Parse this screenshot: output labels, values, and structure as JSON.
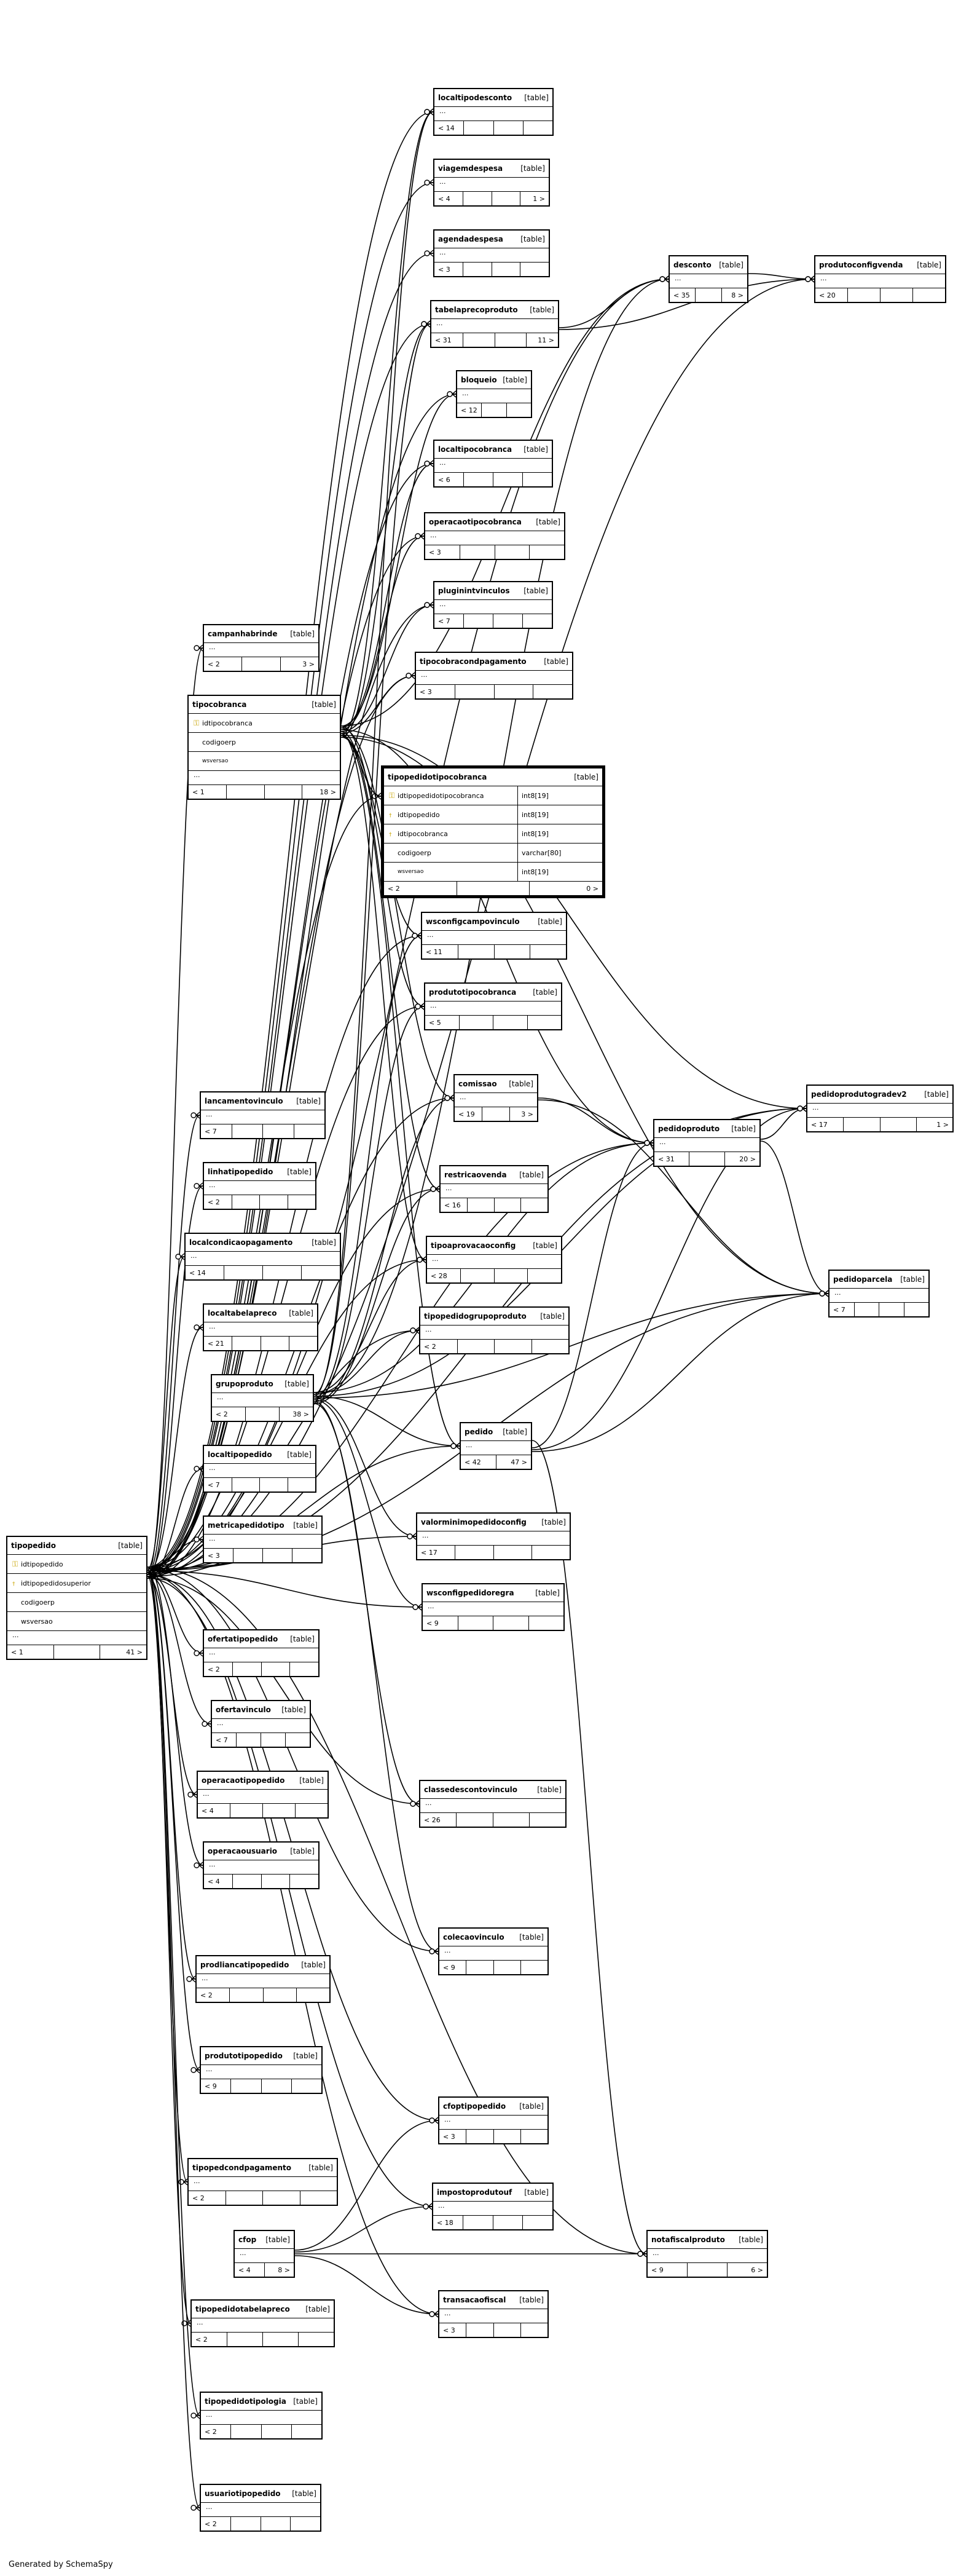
{
  "footer": "Generated by SchemaSpy",
  "type_label": "[table]",
  "tables": [
    {
      "id": "localtipodesconto",
      "name": "localtipodesconto",
      "footer": [
        "< 14",
        "",
        "",
        ""
      ]
    },
    {
      "id": "viagemdespesa",
      "name": "viagemdespesa",
      "footer": [
        "< 4",
        "",
        "",
        "1 >"
      ]
    },
    {
      "id": "agendadespesa",
      "name": "agendadespesa",
      "footer": [
        "< 3",
        "",
        "",
        ""
      ]
    },
    {
      "id": "tabelaprecoproduto",
      "name": "tabelaprecoproduto",
      "footer": [
        "< 31",
        "",
        "",
        "11 >"
      ]
    },
    {
      "id": "bloqueio",
      "name": "bloqueio",
      "footer": [
        "< 12",
        "",
        ""
      ]
    },
    {
      "id": "localtipocobranca",
      "name": "localtipocobranca",
      "footer": [
        "< 6",
        "",
        "",
        ""
      ]
    },
    {
      "id": "operacaotipocobranca",
      "name": "operacaotipocobranca",
      "footer": [
        "< 3",
        "",
        "",
        ""
      ]
    },
    {
      "id": "pluginintvinculos",
      "name": "pluginintvinculos",
      "footer": [
        "< 7",
        "",
        "",
        ""
      ]
    },
    {
      "id": "tipocobracondpagamento",
      "name": "tipocobracondpagamento",
      "footer": [
        "< 3",
        "",
        "",
        ""
      ]
    },
    {
      "id": "desconto",
      "name": "desconto",
      "footer": [
        "< 35",
        "",
        "8 >"
      ]
    },
    {
      "id": "produtoconfigvenda",
      "name": "produtoconfigvenda",
      "footer": [
        "< 20",
        "",
        "",
        ""
      ]
    },
    {
      "id": "campanhabrinde",
      "name": "campanhabrinde",
      "footer": [
        "< 2",
        "",
        "3 >"
      ]
    },
    {
      "id": "tipocobranca",
      "name": "tipocobranca",
      "columns": [
        {
          "name": "idtipocobranca",
          "key": "pk"
        },
        {
          "name": "codigoerp",
          "key": ""
        },
        {
          "name": "wsversao",
          "key": "",
          "small": true
        }
      ],
      "footer": [
        "< 1",
        "",
        "",
        "18 >"
      ]
    },
    {
      "id": "tipopedidotipocobranca",
      "name": "tipopedidotipocobranca",
      "focus": true,
      "columns": [
        {
          "name": "idtipopedidotipocobranca",
          "key": "pk",
          "type": "int8[19]"
        },
        {
          "name": "idtipopedido",
          "key": "fk",
          "type": "int8[19]"
        },
        {
          "name": "idtipocobranca",
          "key": "fk",
          "type": "int8[19]"
        },
        {
          "name": "codigoerp",
          "key": "",
          "type": "varchar[80]"
        },
        {
          "name": "wsversao",
          "key": "",
          "type": "int8[19]",
          "small": true
        }
      ],
      "footer": [
        "< 2",
        "",
        "0 >"
      ]
    },
    {
      "id": "wsconfigcampovinculo",
      "name": "wsconfigcampovinculo",
      "footer": [
        "< 11",
        "",
        "",
        ""
      ]
    },
    {
      "id": "produtotipocobranca",
      "name": "produtotipocobranca",
      "footer": [
        "< 5",
        "",
        "",
        ""
      ]
    },
    {
      "id": "comissao",
      "name": "comissao",
      "footer": [
        "< 19",
        "",
        "3 >"
      ]
    },
    {
      "id": "pedidoprodutogradev2",
      "name": "pedidoprodutogradev2",
      "footer": [
        "< 17",
        "",
        "",
        "1 >"
      ]
    },
    {
      "id": "pedidoproduto",
      "name": "pedidoproduto",
      "footer": [
        "< 31",
        "",
        "20 >"
      ]
    },
    {
      "id": "lancamentovinculo",
      "name": "lancamentovinculo",
      "footer": [
        "< 7",
        "",
        "",
        ""
      ]
    },
    {
      "id": "restricaovenda",
      "name": "restricaovenda",
      "footer": [
        "< 16",
        "",
        "",
        ""
      ]
    },
    {
      "id": "linhatipopedido",
      "name": "linhatipopedido",
      "footer": [
        "< 2",
        "",
        "",
        ""
      ]
    },
    {
      "id": "tipoaprovacaoconfig",
      "name": "tipoaprovacaoconfig",
      "footer": [
        "< 28",
        "",
        "",
        ""
      ]
    },
    {
      "id": "localcondicaopagamento",
      "name": "localcondicaopagamento",
      "footer": [
        "< 14",
        "",
        "",
        ""
      ]
    },
    {
      "id": "pedidoparcela",
      "name": "pedidoparcela",
      "footer": [
        "< 7",
        "",
        "",
        ""
      ]
    },
    {
      "id": "localtabelapreco",
      "name": "localtabelapreco",
      "footer": [
        "< 21",
        "",
        "",
        ""
      ]
    },
    {
      "id": "tipopedidogrupoproduto",
      "name": "tipopedidogrupoproduto",
      "footer": [
        "< 2",
        "",
        "",
        ""
      ]
    },
    {
      "id": "grupoproduto",
      "name": "grupoproduto",
      "footer": [
        "< 2",
        "",
        "38 >"
      ]
    },
    {
      "id": "pedido",
      "name": "pedido",
      "footer": [
        "< 42",
        "47 >"
      ]
    },
    {
      "id": "localtipopedido",
      "name": "localtipopedido",
      "footer": [
        "< 7",
        "",
        "",
        ""
      ]
    },
    {
      "id": "metricapedidotipo",
      "name": "metricapedidotipo",
      "footer": [
        "< 3",
        "",
        "",
        ""
      ]
    },
    {
      "id": "valorminimopedidoconfig",
      "name": "valorminimopedidoconfig",
      "footer": [
        "< 17",
        "",
        "",
        ""
      ]
    },
    {
      "id": "tipopedido",
      "name": "tipopedido",
      "columns": [
        {
          "name": "idtipopedido",
          "key": "pk"
        },
        {
          "name": "idtipopedidosuperior",
          "key": "fk"
        },
        {
          "name": "codigoerp",
          "key": ""
        },
        {
          "name": "wsversao",
          "key": ""
        }
      ],
      "footer": [
        "< 1",
        "",
        "41 >"
      ]
    },
    {
      "id": "wsconfigpedidoregra",
      "name": "wsconfigpedidoregra",
      "footer": [
        "< 9",
        "",
        "",
        ""
      ]
    },
    {
      "id": "ofertatipopedido",
      "name": "ofertatipopedido",
      "footer": [
        "< 2",
        "",
        "",
        ""
      ]
    },
    {
      "id": "ofertavinculo",
      "name": "ofertavinculo",
      "footer": [
        "< 7",
        "",
        "",
        ""
      ]
    },
    {
      "id": "operacaotipopedido",
      "name": "operacaotipopedido",
      "footer": [
        "< 4",
        "",
        "",
        ""
      ]
    },
    {
      "id": "classedescontovinculo",
      "name": "classedescontovinculo",
      "footer": [
        "< 26",
        "",
        "",
        ""
      ]
    },
    {
      "id": "operacaousuario",
      "name": "operacaousuario",
      "footer": [
        "< 4",
        "",
        "",
        ""
      ]
    },
    {
      "id": "colecaovinculo",
      "name": "colecaovinculo",
      "footer": [
        "< 9",
        "",
        "",
        ""
      ]
    },
    {
      "id": "prodliancatipopedido",
      "name": "prodliancatipopedido",
      "footer": [
        "< 2",
        "",
        "",
        ""
      ]
    },
    {
      "id": "produtotipopedido",
      "name": "produtotipopedido",
      "footer": [
        "< 9",
        "",
        "",
        ""
      ]
    },
    {
      "id": "cfoptipopedido",
      "name": "cfoptipopedido",
      "footer": [
        "< 3",
        "",
        "",
        ""
      ]
    },
    {
      "id": "tipopedcondpagamento",
      "name": "tipopedcondpagamento",
      "footer": [
        "< 2",
        "",
        "",
        ""
      ]
    },
    {
      "id": "impostoprodutouf",
      "name": "impostoprodutouf",
      "footer": [
        "< 18",
        "",
        "",
        ""
      ]
    },
    {
      "id": "notafiscalproduto",
      "name": "notafiscalproduto",
      "footer": [
        "< 9",
        "",
        "6 >"
      ]
    },
    {
      "id": "cfop",
      "name": "cfop",
      "footer": [
        "< 4",
        "8 >"
      ]
    },
    {
      "id": "transacaofiscal",
      "name": "transacaofiscal",
      "footer": [
        "< 3",
        "",
        "",
        ""
      ]
    },
    {
      "id": "tipopedidotabelapreco",
      "name": "tipopedidotabelapreco",
      "footer": [
        "< 2",
        "",
        "",
        ""
      ]
    },
    {
      "id": "tipopedidotipologia",
      "name": "tipopedidotipologia",
      "footer": [
        "< 2",
        "",
        "",
        ""
      ]
    },
    {
      "id": "usuariotipopedido",
      "name": "usuariotipopedido",
      "footer": [
        "< 2",
        "",
        "",
        ""
      ]
    }
  ],
  "relations": [
    [
      "tipopedido",
      "localtipodesconto"
    ],
    [
      "tipopedido",
      "viagemdespesa"
    ],
    [
      "tipopedido",
      "agendadespesa"
    ],
    [
      "tipopedido",
      "tabelaprecoproduto"
    ],
    [
      "tipopedido",
      "bloqueio"
    ],
    [
      "tipopedido",
      "localtipocobranca"
    ],
    [
      "tipopedido",
      "operacaotipocobranca"
    ],
    [
      "tipopedido",
      "pluginintvinculos"
    ],
    [
      "tipopedido",
      "tipocobracondpagamento"
    ],
    [
      "tipopedido",
      "desconto"
    ],
    [
      "tipopedido",
      "produtoconfigvenda"
    ],
    [
      "tipopedido",
      "campanhabrinde"
    ],
    [
      "tipopedido",
      "tipopedidotipocobranca"
    ],
    [
      "tipopedido",
      "wsconfigcampovinculo"
    ],
    [
      "tipopedido",
      "produtotipocobranca"
    ],
    [
      "tipopedido",
      "comissao"
    ],
    [
      "tipopedido",
      "pedidoprodutogradev2"
    ],
    [
      "tipopedido",
      "pedidoproduto"
    ],
    [
      "tipopedido",
      "lancamentovinculo"
    ],
    [
      "tipopedido",
      "restricaovenda"
    ],
    [
      "tipopedido",
      "linhatipopedido"
    ],
    [
      "tipopedido",
      "tipoaprovacaoconfig"
    ],
    [
      "tipopedido",
      "localcondicaopagamento"
    ],
    [
      "tipopedido",
      "pedidoparcela"
    ],
    [
      "tipopedido",
      "localtabelapreco"
    ],
    [
      "tipopedido",
      "tipopedidogrupoproduto"
    ],
    [
      "tipopedido",
      "pedido"
    ],
    [
      "tipopedido",
      "localtipopedido"
    ],
    [
      "tipopedido",
      "metricapedidotipo"
    ],
    [
      "tipopedido",
      "valorminimopedidoconfig"
    ],
    [
      "tipopedido",
      "wsconfigpedidoregra"
    ],
    [
      "tipopedido",
      "ofertatipopedido"
    ],
    [
      "tipopedido",
      "ofertavinculo"
    ],
    [
      "tipopedido",
      "operacaotipopedido"
    ],
    [
      "tipopedido",
      "classedescontovinculo"
    ],
    [
      "tipopedido",
      "operacaousuario"
    ],
    [
      "tipopedido",
      "colecaovinculo"
    ],
    [
      "tipopedido",
      "prodliancatipopedido"
    ],
    [
      "tipopedido",
      "produtotipopedido"
    ],
    [
      "tipopedido",
      "cfoptipopedido"
    ],
    [
      "tipopedido",
      "tipopedcondpagamento"
    ],
    [
      "tipopedido",
      "impostoprodutouf"
    ],
    [
      "tipopedido",
      "notafiscalproduto"
    ],
    [
      "tipopedido",
      "tipopedidotabelapreco"
    ],
    [
      "tipopedido",
      "tipopedidotipologia"
    ],
    [
      "tipopedido",
      "usuariotipopedido"
    ],
    [
      "tipopedido",
      "transacaofiscal"
    ],
    [
      "tipocobranca",
      "localtipodesconto"
    ],
    [
      "tipocobranca",
      "tabelaprecoproduto"
    ],
    [
      "tipocobranca",
      "bloqueio"
    ],
    [
      "tipocobranca",
      "localtipocobranca"
    ],
    [
      "tipocobranca",
      "operacaotipocobranca"
    ],
    [
      "tipocobranca",
      "pluginintvinculos"
    ],
    [
      "tipocobranca",
      "tipocobracondpagamento"
    ],
    [
      "tipocobranca",
      "tipopedidotipocobranca"
    ],
    [
      "tipocobranca",
      "wsconfigcampovinculo"
    ],
    [
      "tipocobranca",
      "produtotipocobranca"
    ],
    [
      "tipocobranca",
      "comissao"
    ],
    [
      "tipocobranca",
      "pedidoproduto"
    ],
    [
      "tipocobranca",
      "restricaovenda"
    ],
    [
      "tipocobranca",
      "tipoaprovacaoconfig"
    ],
    [
      "tipocobranca",
      "pedido"
    ],
    [
      "tipocobranca",
      "pedidoparcela"
    ],
    [
      "tipocobranca",
      "desconto"
    ],
    [
      "grupoproduto",
      "tabelaprecoproduto"
    ],
    [
      "grupoproduto",
      "localtipodesconto"
    ],
    [
      "grupoproduto",
      "wsconfigcampovinculo"
    ],
    [
      "grupoproduto",
      "produtotipocobranca"
    ],
    [
      "grupoproduto",
      "comissao"
    ],
    [
      "grupoproduto",
      "restricaovenda"
    ],
    [
      "grupoproduto",
      "tipoaprovacaoconfig"
    ],
    [
      "grupoproduto",
      "tipopedidogrupoproduto"
    ],
    [
      "grupoproduto",
      "pedido"
    ],
    [
      "grupoproduto",
      "valorminimopedidoconfig"
    ],
    [
      "grupoproduto",
      "wsconfigpedidoregra"
    ],
    [
      "grupoproduto",
      "classedescontovinculo"
    ],
    [
      "grupoproduto",
      "colecaovinculo"
    ],
    [
      "grupoproduto",
      "pedidoproduto"
    ],
    [
      "grupoproduto",
      "desconto"
    ],
    [
      "grupoproduto",
      "pedidoprodutogradev2"
    ],
    [
      "grupoproduto",
      "pedidoparcela"
    ],
    [
      "pedido",
      "pedidoproduto"
    ],
    [
      "pedido",
      "pedidoprodutogradev2"
    ],
    [
      "pedido",
      "pedidoparcela"
    ],
    [
      "pedido",
      "notafiscalproduto"
    ],
    [
      "pedidoproduto",
      "pedidoprodutogradev2"
    ],
    [
      "pedidoproduto",
      "pedidoparcela"
    ],
    [
      "comissao",
      "pedidoproduto"
    ],
    [
      "comissao",
      "pedidoparcela"
    ],
    [
      "tabelaprecoproduto",
      "desconto"
    ],
    [
      "tabelaprecoproduto",
      "produtoconfigvenda"
    ],
    [
      "desconto",
      "produtoconfigvenda"
    ],
    [
      "cfop",
      "cfoptipopedido"
    ],
    [
      "cfop",
      "impostoprodutouf"
    ],
    [
      "cfop",
      "notafiscalproduto"
    ],
    [
      "cfop",
      "transacaofiscal"
    ],
    [
      "tipocobranca",
      "pedidoprodutogradev2"
    ]
  ]
}
